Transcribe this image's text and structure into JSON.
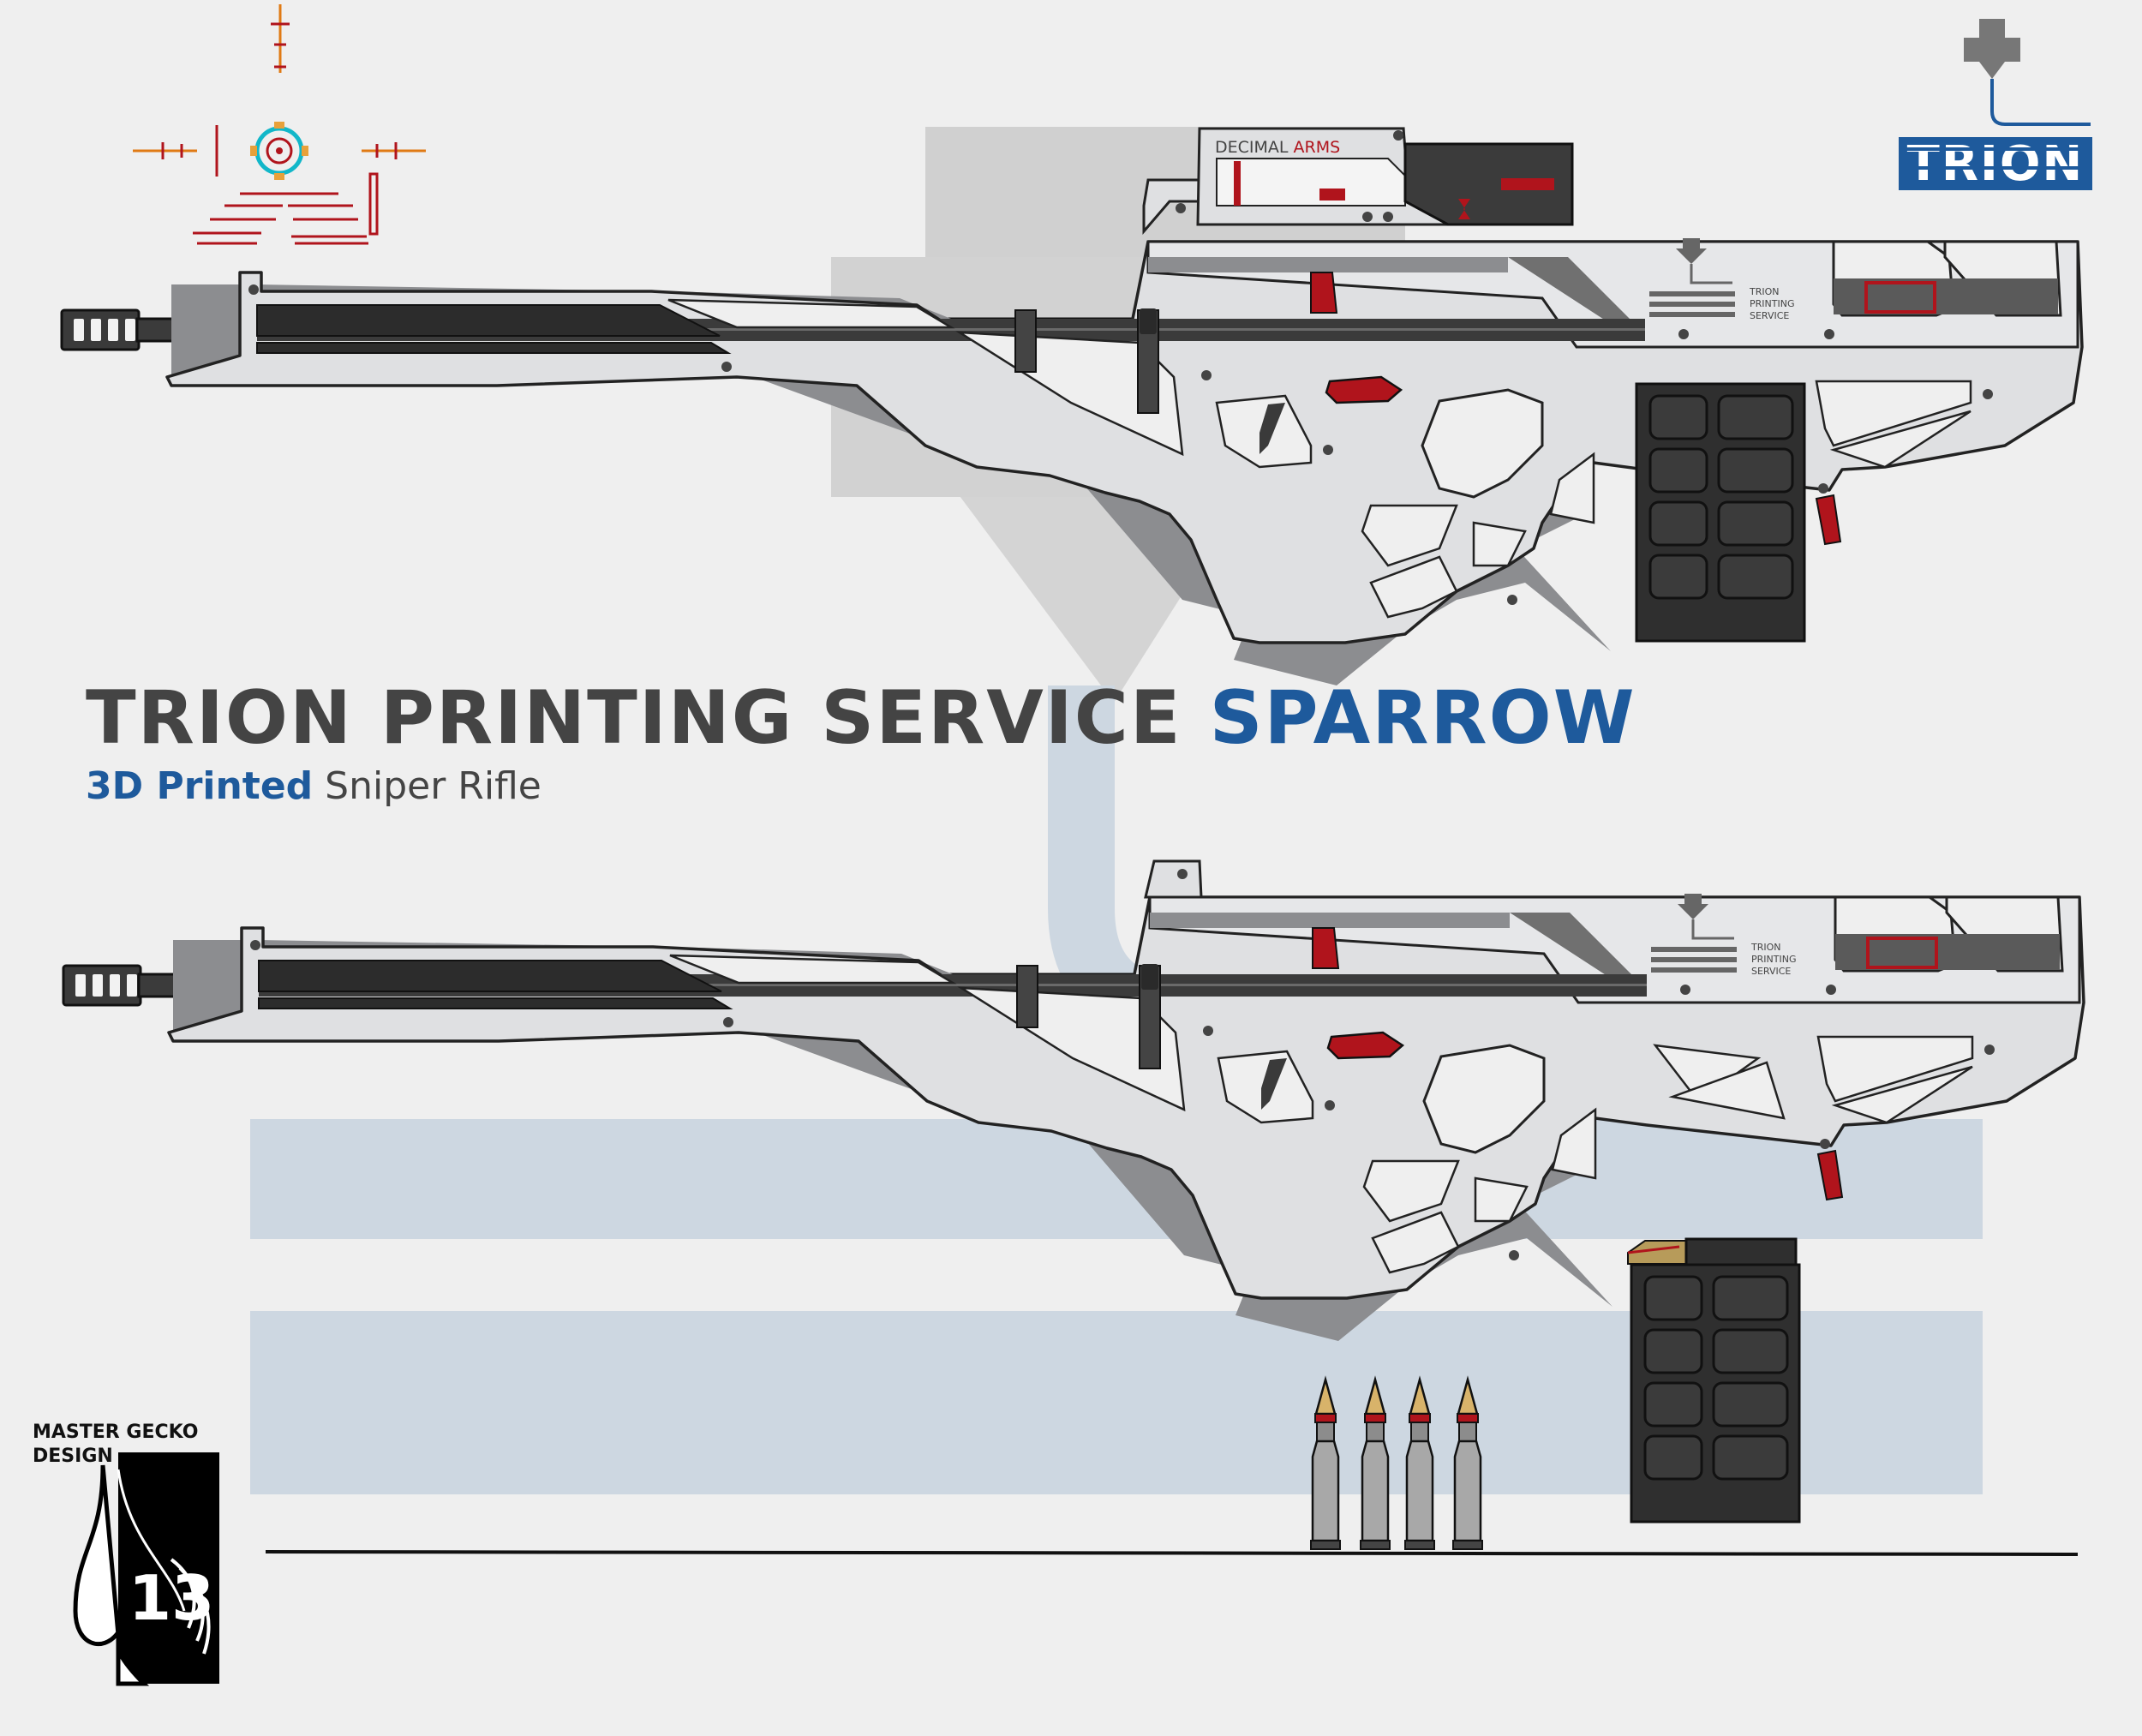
{
  "colors": {
    "background": "#efefef",
    "frame": "#dfe0e2",
    "frame_outline": "#2a2a2a",
    "frame_shadow": "#8c8d90",
    "dark_part": "#353535",
    "accent_red": "#b0141c",
    "brand_blue": "#1e5a9c",
    "title_gray": "#444444",
    "ghost_blue": "#cdd7e1"
  },
  "title": {
    "part1": "TRION PRINTING SERVICE ",
    "part2": "SPARROW",
    "subtitle_part1": "3D Printed",
    "subtitle_part2": " Sniper Rifle"
  },
  "logo": {
    "text": "TRION",
    "icon": "3d-printer-nozzle-icon"
  },
  "scope": {
    "brand_part1": "DECIMAL ",
    "brand_part2": "ARMS"
  },
  "stock_label": {
    "line1": "TRION",
    "line2": "PRINTING",
    "line3": "SERVICE"
  },
  "designer": {
    "line1": "MASTER GECKO",
    "line2": "DESIGN",
    "emblem_text": "13"
  },
  "reticle": {
    "icon": "crosshair-reticle-icon"
  },
  "cartridges": {
    "count": 4
  }
}
